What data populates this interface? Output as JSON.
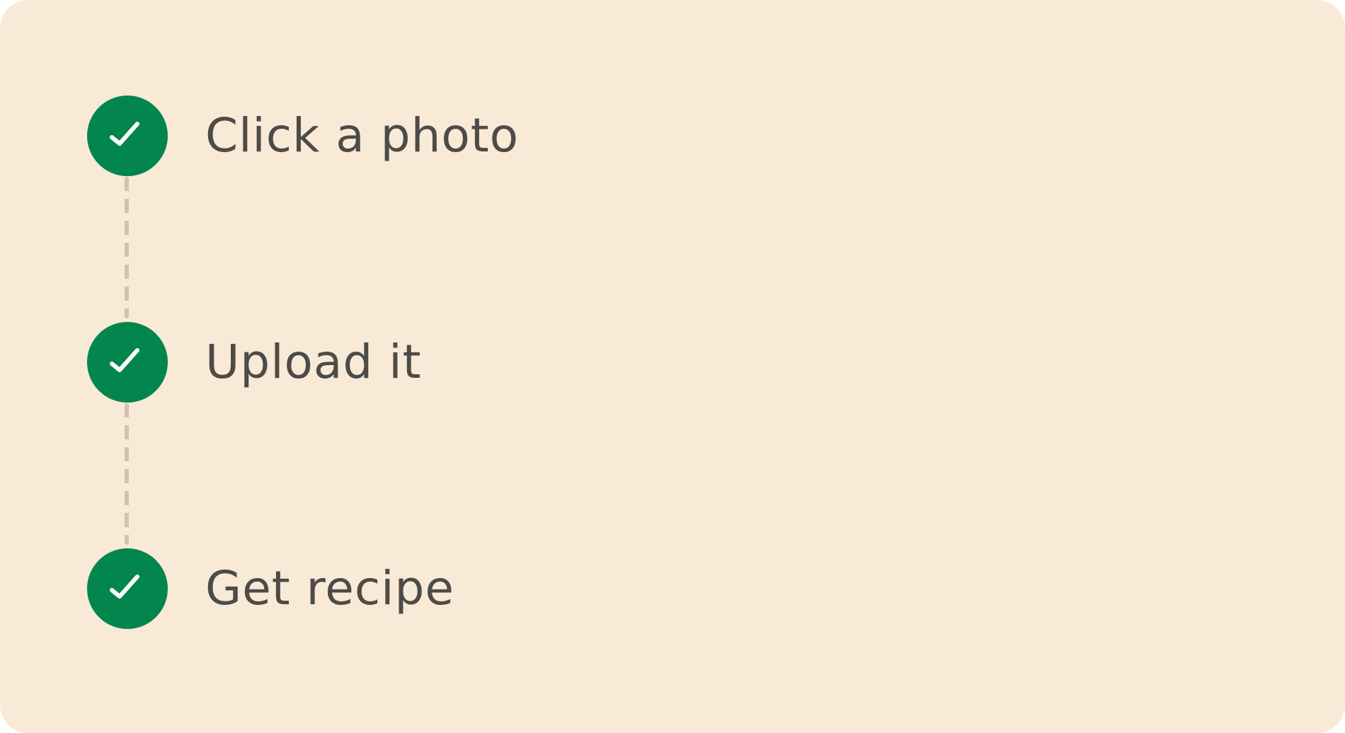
{
  "colors": {
    "card_background": "#f8ead6",
    "check_fill": "#02864d",
    "check_mark": "#ffffff",
    "connector": "#d2c3ae",
    "label_text": "#4d4b48"
  },
  "steps": [
    {
      "label": "Click a photo",
      "icon": "check-icon",
      "completed": true
    },
    {
      "label": "Upload it",
      "icon": "check-icon",
      "completed": true
    },
    {
      "label": "Get recipe",
      "icon": "check-icon",
      "completed": true
    }
  ]
}
